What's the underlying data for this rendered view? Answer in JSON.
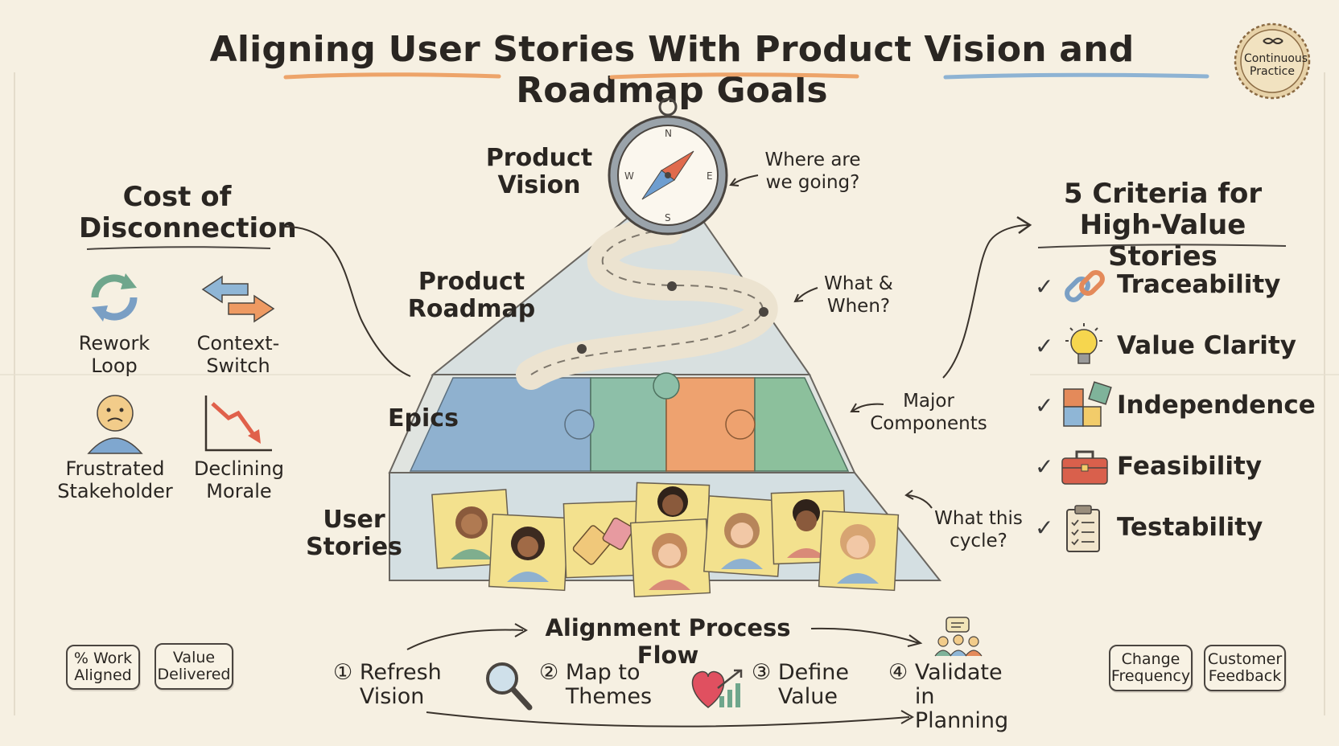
{
  "title": "Aligning User Stories With Product Vision and Roadmap Goals",
  "badge": {
    "text": "Continuous Practice"
  },
  "pyramid": {
    "levels": [
      {
        "label": "Product Vision",
        "note": "Where are we going?"
      },
      {
        "label": "Product Roadmap",
        "note": "What & When?"
      },
      {
        "label": "Epics",
        "note": "Major Components"
      },
      {
        "label": "User Stories",
        "note": "What this cycle?"
      }
    ]
  },
  "cost": {
    "title": "Cost of Disconnection",
    "items": [
      {
        "label": "Rework Loop",
        "icon": "refresh-loop-icon"
      },
      {
        "label": "Context-Switch",
        "icon": "swap-arrows-icon"
      },
      {
        "label": "Frustrated Stakeholder",
        "icon": "sad-person-icon"
      },
      {
        "label": "Declining Morale",
        "icon": "declining-chart-icon"
      }
    ]
  },
  "criteria": {
    "title": "5 Criteria for High-Value Stories",
    "items": [
      {
        "label": "Traceability",
        "icon": "chain-link-icon"
      },
      {
        "label": "Value Clarity",
        "icon": "lightbulb-icon"
      },
      {
        "label": "Independence",
        "icon": "puzzle-icon"
      },
      {
        "label": "Feasibility",
        "icon": "toolbox-icon"
      },
      {
        "label": "Testability",
        "icon": "clipboard-icon"
      }
    ]
  },
  "flow": {
    "title": "Alignment Process Flow",
    "steps": [
      {
        "num": "①",
        "text": "Refresh Vision"
      },
      {
        "num": "②",
        "text": "Map to Themes"
      },
      {
        "num": "③",
        "text": "Define Value"
      },
      {
        "num": "④",
        "text": "Validate in Planning"
      }
    ]
  },
  "metrics": {
    "left": [
      "% Work Aligned",
      "Value Delivered"
    ],
    "right": [
      "Change Frequency",
      "Customer Feedback"
    ]
  },
  "colors": {
    "background": "#f6f0e2",
    "vision_tier": "#c7d3da",
    "roadmap_tier": "#d8e0e0",
    "epic_blue": "#8fb1cf",
    "epic_teal": "#8dbfa8",
    "epic_orange": "#eea26f",
    "epic_green": "#8cc09c",
    "sticky_note": "#f3e18e",
    "underline_orange": "#eda46a",
    "underline_blue": "#8eb3d3",
    "badge": "#e7d2a8"
  }
}
